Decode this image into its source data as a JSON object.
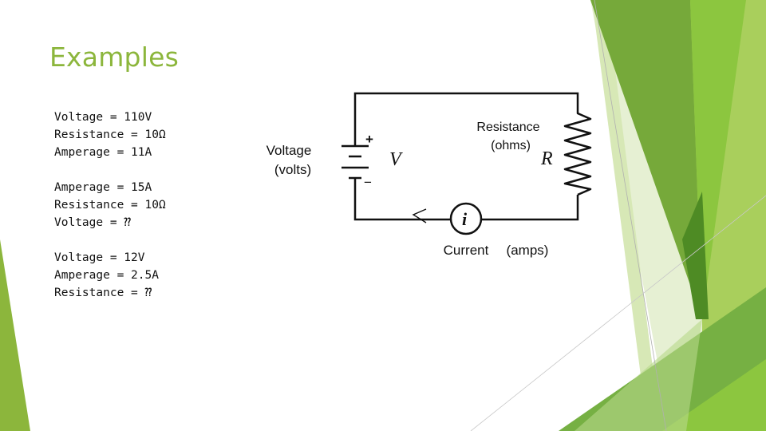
{
  "slide": {
    "title": "Examples",
    "examples": [
      {
        "lines": [
          "Voltage = 110V",
          "Resistance = 10Ω",
          "Amperage = 11A"
        ]
      },
      {
        "lines": [
          "Amperage = 15A",
          "Resistance = 10Ω",
          "Voltage = ⁇"
        ]
      },
      {
        "lines": [
          "Voltage = 12V",
          "Amperage = 2.5A",
          "Resistance = ⁇"
        ]
      }
    ]
  },
  "circuit": {
    "voltage_label": "Voltage",
    "voltage_unit": "(volts)",
    "voltage_symbol": "V",
    "plus_sign": "+",
    "minus_sign": "−",
    "resistance_label": "Resistance",
    "resistance_unit": "(ohms)",
    "resistance_symbol": "R",
    "current_symbol": "i",
    "current_label": "Current",
    "current_unit": "(amps)"
  },
  "colors": {
    "accent": "#8cb63c",
    "green_dark": "#4e8b24",
    "green_mid": "#76a93a",
    "green_light": "#a9cf5c",
    "green_pale": "#dbeac0"
  }
}
